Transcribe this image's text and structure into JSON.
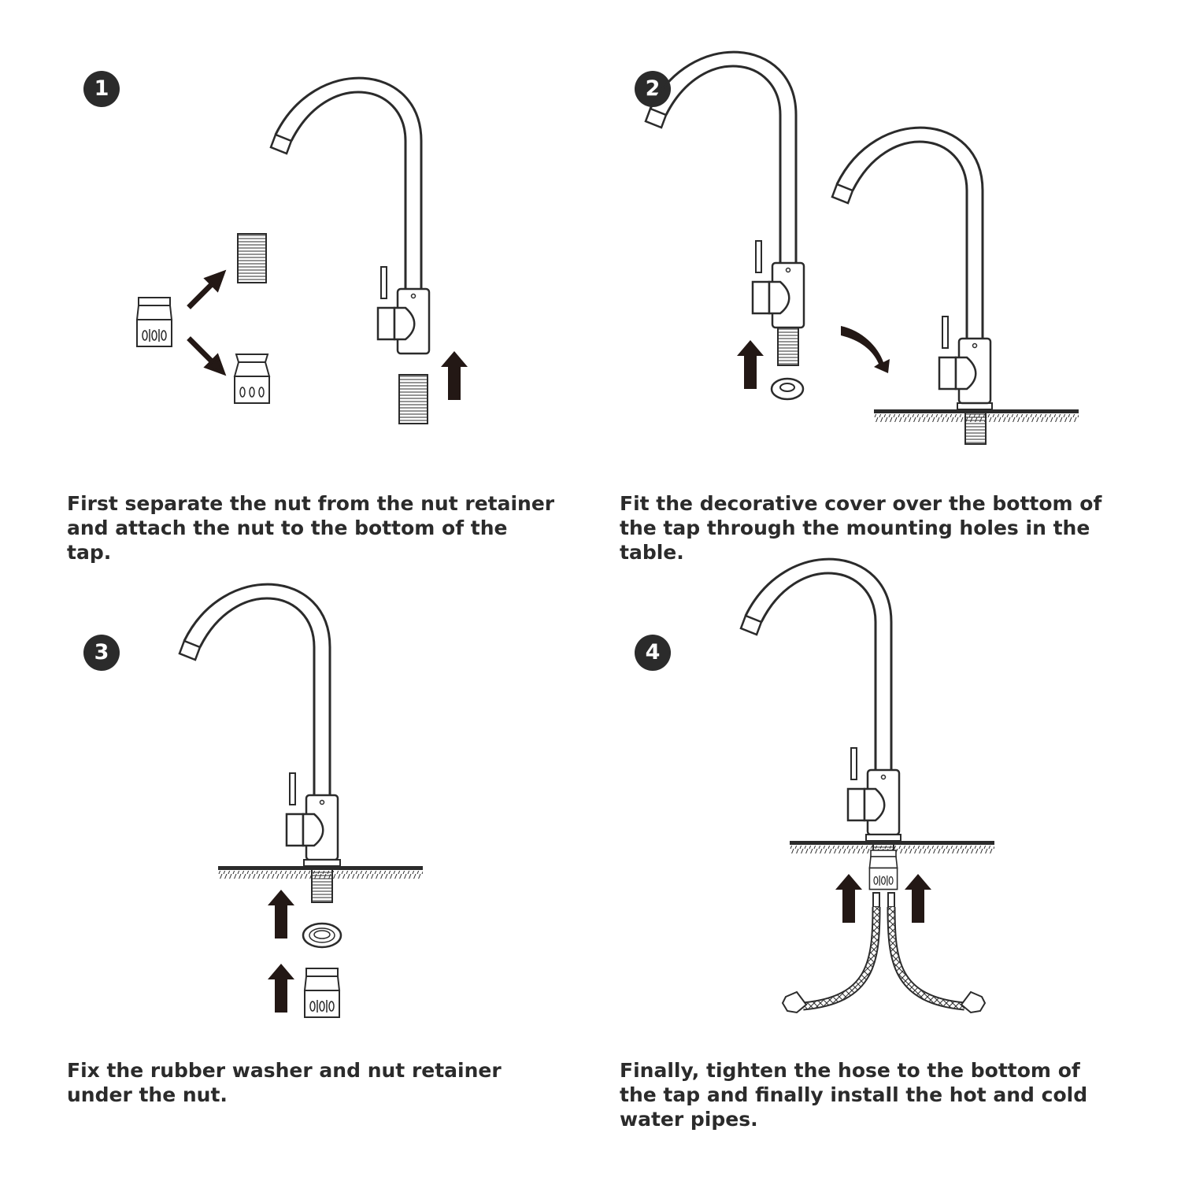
{
  "steps": [
    {
      "number": "1",
      "caption": "First separate the nut from the nut retainer and attach the nut to the bottom of the tap."
    },
    {
      "number": "2",
      "caption": "Fit the decorative cover over the bottom of the tap through the mounting holes in the table."
    },
    {
      "number": "3",
      "caption": "Fix the rubber washer and nut retainer under the nut."
    },
    {
      "number": "4",
      "caption": "Finally, tighten the hose to the bottom of the tap and finally install the hot and cold water pipes."
    }
  ],
  "colors": {
    "ink": "#2b2b2b",
    "arrow": "#231815",
    "background": "#ffffff"
  },
  "icons": [
    "faucet-icon",
    "nut-icon",
    "nut-retainer-icon",
    "rubber-washer-icon",
    "arrow-up-icon",
    "arrow-curved-icon",
    "countertop-icon",
    "hose-icon"
  ]
}
